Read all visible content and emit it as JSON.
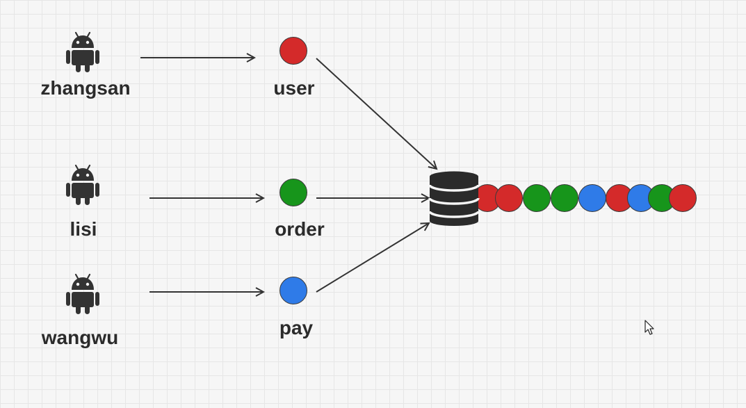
{
  "users": [
    {
      "name": "zhangsan"
    },
    {
      "name": "lisi"
    },
    {
      "name": "wangwu"
    }
  ],
  "topics": [
    {
      "name": "user",
      "color": "#d42a2a"
    },
    {
      "name": "order",
      "color": "#17951b"
    },
    {
      "name": "pay",
      "color": "#2f7be8"
    }
  ],
  "queue": {
    "icon": "database-icon",
    "messages": [
      "user",
      "user",
      "order",
      "order",
      "pay",
      "user",
      "pay",
      "order",
      "user"
    ]
  },
  "icons": {
    "client": "android-icon",
    "cursor": "mouse-cursor-icon"
  },
  "colors": {
    "icon": "#333333",
    "arrow": "#333333",
    "text": "#2b2b2b"
  }
}
